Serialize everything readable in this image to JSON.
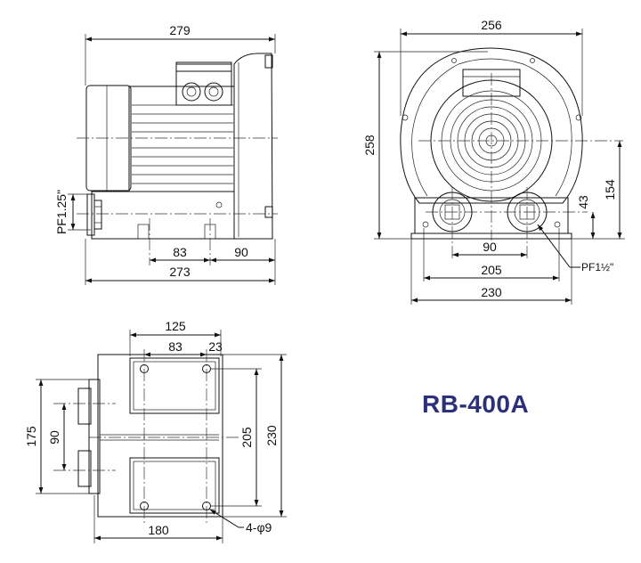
{
  "model": "RB-400A",
  "side_view": {
    "overall_length": "279",
    "base_length": "273",
    "inlet_label": "PF1.25\"",
    "foot_spacing": "83",
    "foot_offset": "90"
  },
  "front_view": {
    "width": "256",
    "height": "258",
    "port_height": "154",
    "port_offset": "43",
    "port_spacing": "90",
    "foot_width": "205",
    "base_width": "230",
    "port_label": "PF1½\""
  },
  "plan_view": {
    "width": "125",
    "hole_spacing": "83",
    "hole_offset": "23",
    "port_spacing": "90",
    "flange_height": "175",
    "hole_span": "205",
    "overall_span": "230",
    "overall_depth": "180",
    "hole_label": "4-φ9"
  },
  "colors": {
    "line": "#111111",
    "model": "#2c2f7a"
  }
}
